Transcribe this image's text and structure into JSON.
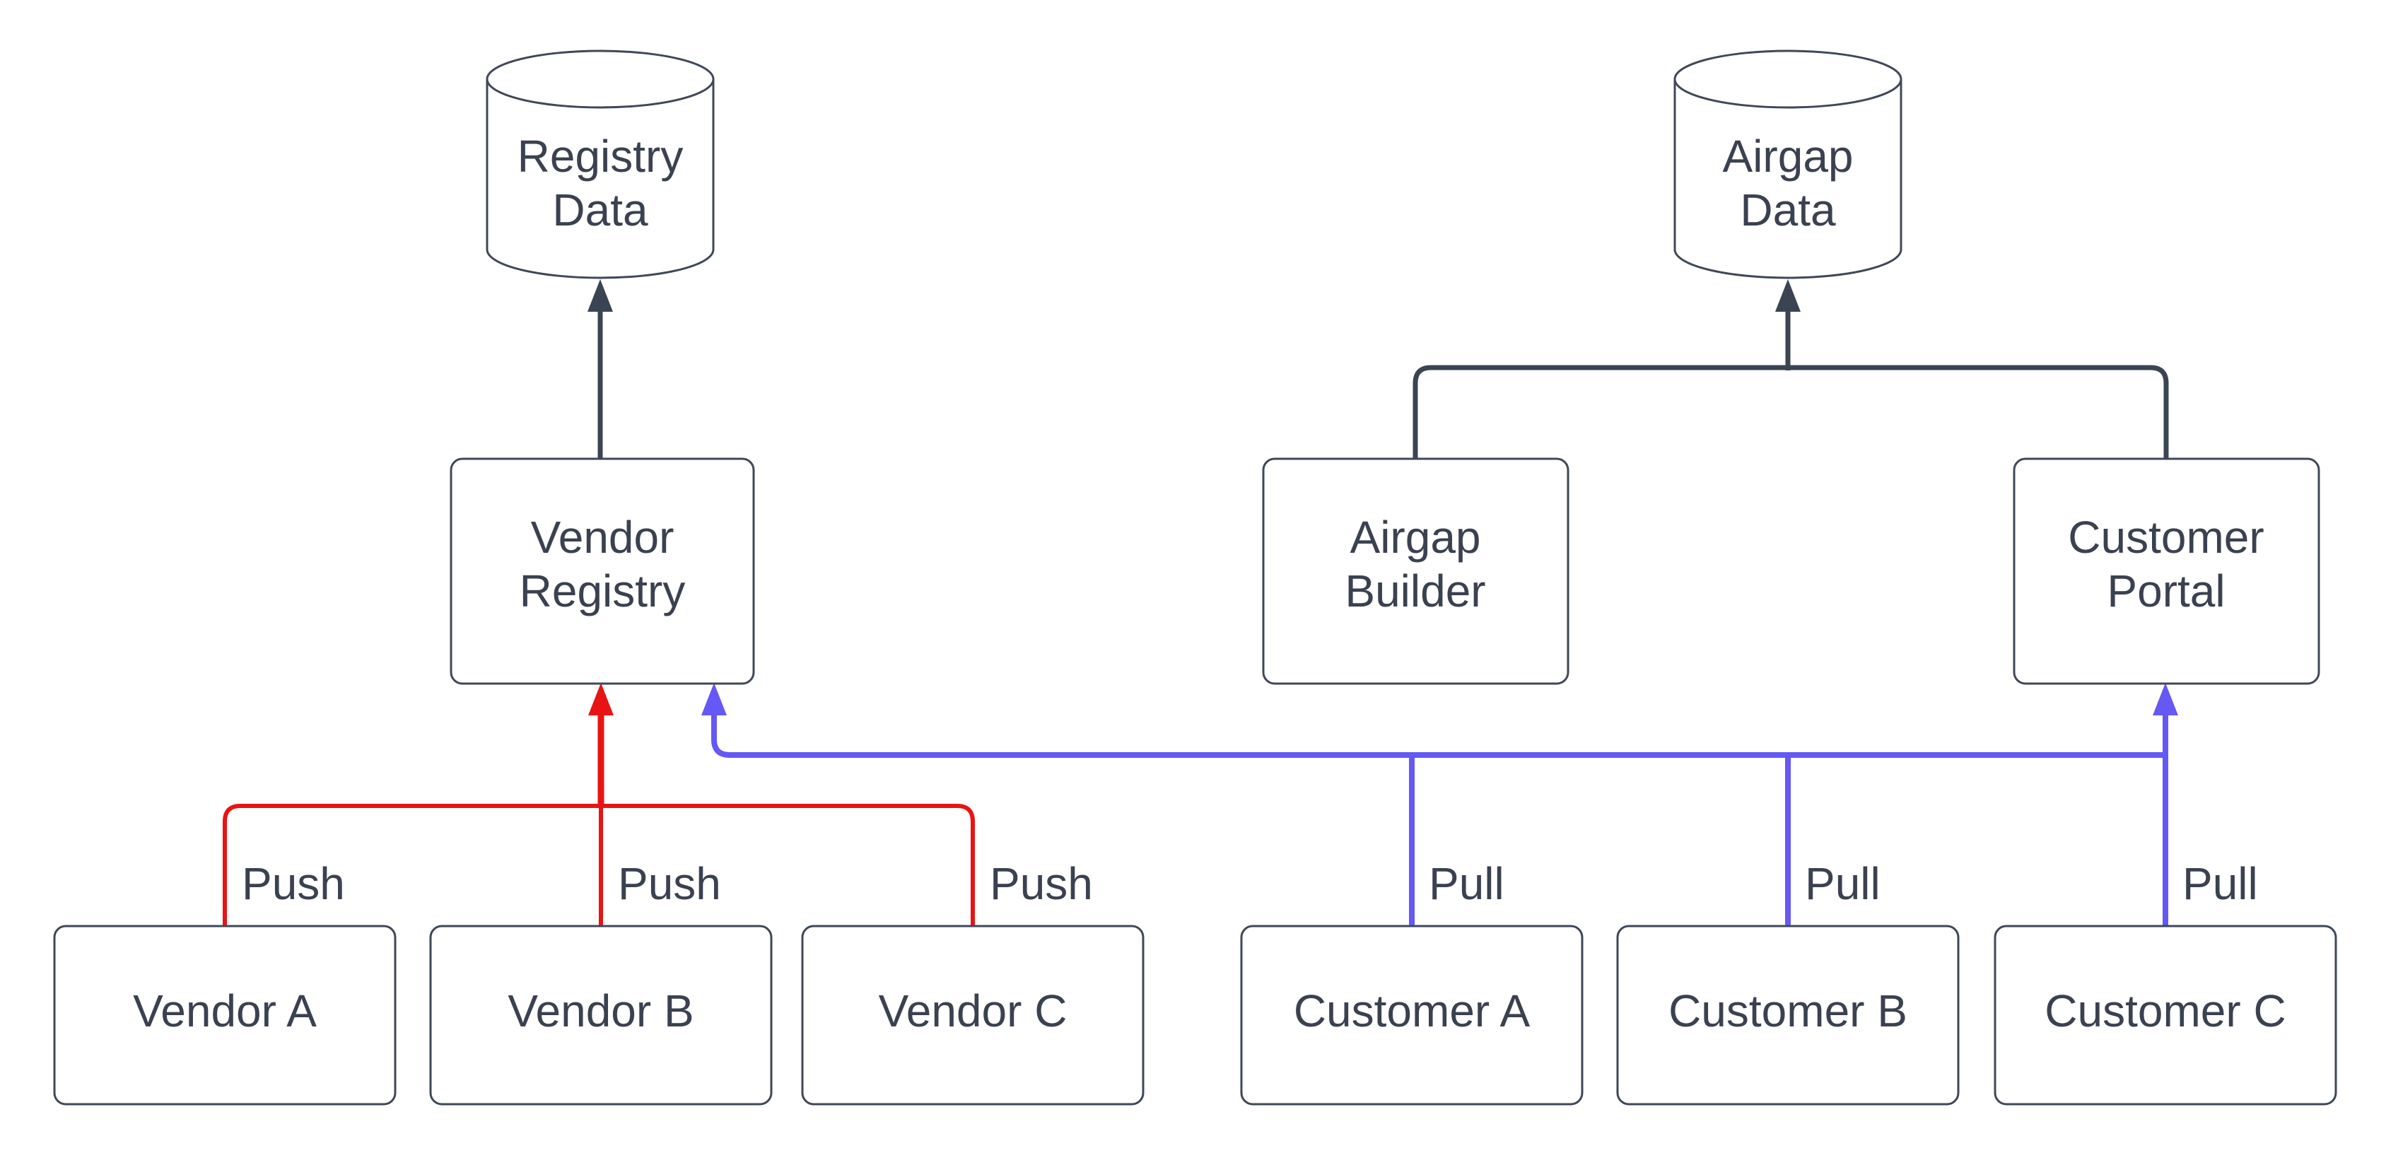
{
  "diagram": {
    "background": "#ffffff",
    "colors": {
      "node_border": "#3e4857",
      "text": "#3a4150",
      "dark_edge": "#3a4453",
      "push": "#e81414",
      "pull": "#6558f5"
    },
    "nodes": {
      "registry_data": {
        "type": "database",
        "lines": [
          "Registry",
          "Data"
        ]
      },
      "airgap_data": {
        "type": "database",
        "lines": [
          "Airgap",
          "Data"
        ]
      },
      "vendor_registry": {
        "type": "box",
        "lines": [
          "Vendor",
          "Registry"
        ]
      },
      "airgap_builder": {
        "type": "box",
        "lines": [
          "Airgap",
          "Builder"
        ]
      },
      "customer_portal": {
        "type": "box",
        "lines": [
          "Customer",
          "Portal"
        ]
      },
      "vendor_a": {
        "type": "box",
        "label": "Vendor A"
      },
      "vendor_b": {
        "type": "box",
        "label": "Vendor B"
      },
      "vendor_c": {
        "type": "box",
        "label": "Vendor C"
      },
      "customer_a": {
        "type": "box",
        "label": "Customer A"
      },
      "customer_b": {
        "type": "box",
        "label": "Customer B"
      },
      "customer_c": {
        "type": "box",
        "label": "Customer C"
      }
    },
    "edges": {
      "registry_upload": {
        "from": "Vendor Registry",
        "to": "Registry Data"
      },
      "airgap_build": {
        "from": [
          "Airgap Builder",
          "Customer Portal"
        ],
        "to": "Airgap Data"
      },
      "push_line": {
        "from": [
          "Vendor A",
          "Vendor B",
          "Vendor C"
        ],
        "to": "Vendor Registry",
        "labels": [
          "Push",
          "Push",
          "Push"
        ]
      },
      "pull_line": {
        "from": [
          "Customer A",
          "Customer B",
          "Customer C"
        ],
        "to": [
          "Vendor Registry",
          "Customer Portal"
        ],
        "labels": [
          "Pull",
          "Pull",
          "Pull"
        ]
      }
    }
  }
}
